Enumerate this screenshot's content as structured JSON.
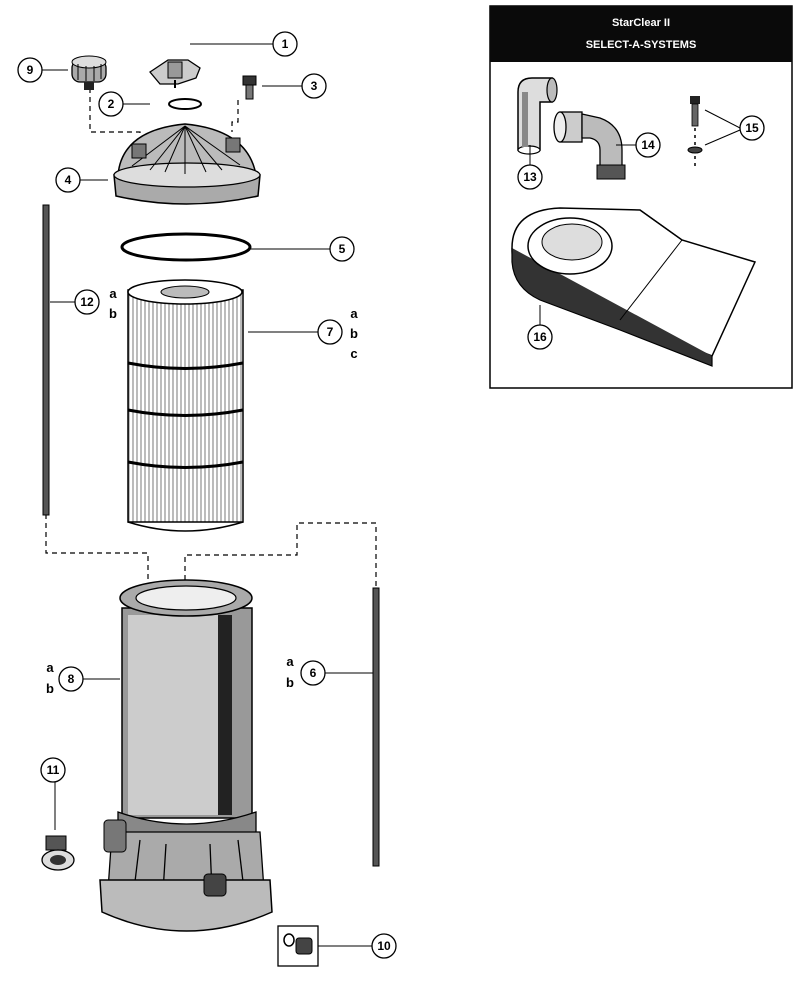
{
  "inset": {
    "title_line1": "StarClear II",
    "title_line2": "SELECT-A-SYSTEMS"
  },
  "callouts": {
    "c1": "1",
    "c2": "2",
    "c3": "3",
    "c4": "4",
    "c5": "5",
    "c6": "6",
    "c7": "7",
    "c8": "8",
    "c9": "9",
    "c10": "10",
    "c11": "11",
    "c12": "12",
    "c13": "13",
    "c14": "14",
    "c15": "15",
    "c16": "16"
  },
  "variants": {
    "v12": [
      "a",
      "b"
    ],
    "v7": [
      "a",
      "b",
      "c"
    ],
    "v8": [
      "a",
      "b"
    ],
    "v6": [
      "a",
      "b"
    ]
  }
}
